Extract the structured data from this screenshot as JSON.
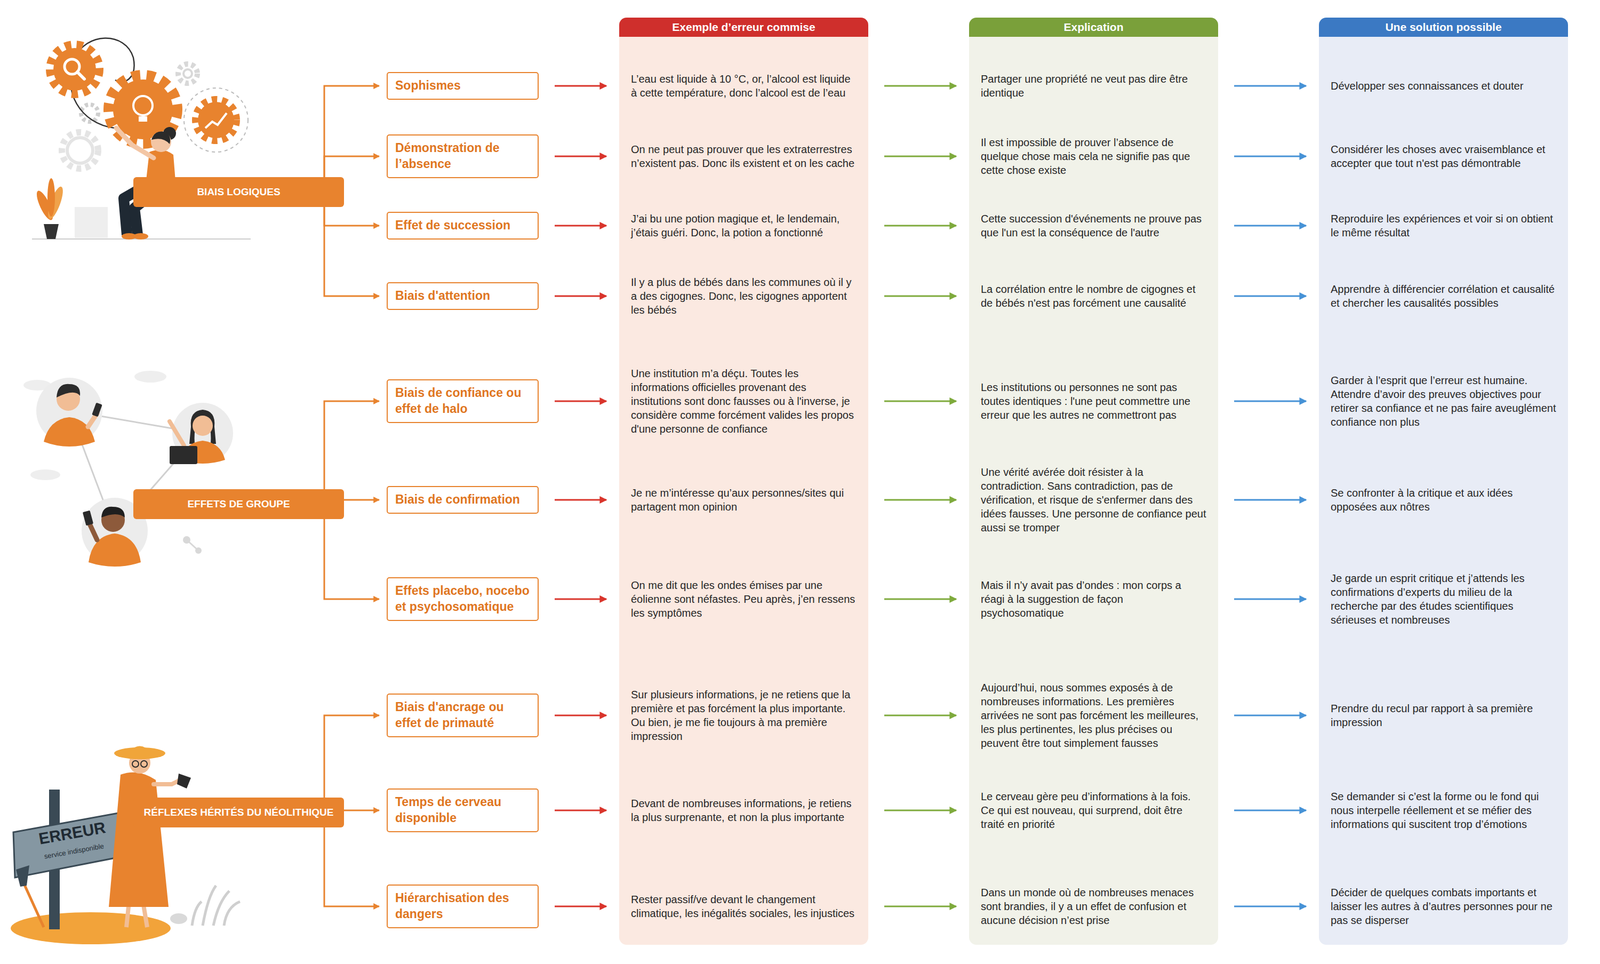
{
  "diagram": {
    "nodes": [
      {
        "text": [
          "Exemple d’erreur commise"
        ]
      },
      {
        "text": [
          "Explication"
        ]
      },
      {
        "text": [
          "Une solution possible"
        ]
      },
      {
        "text": [
          "BIAIS LOGIQUES"
        ]
      },
      {
        "text": [
          "Sophismes"
        ]
      },
      {
        "text": [
          "Démonstration de l’absence"
        ]
      },
      {
        "text": [
          "Effet de succession"
        ]
      },
      {
        "text": [
          "Biais d'attention"
        ]
      },
      {
        "text": [
          "EFFETS DE GROUPE"
        ]
      },
      {
        "text": [
          "Biais de confiance ou effet de halo"
        ]
      },
      {
        "text": [
          "Biais de confirmation"
        ]
      },
      {
        "text": [
          "Effets placebo, nocebo et psychosomatique"
        ]
      },
      {
        "text": [
          "RÉFLEXES HÉRITÉS DU NÉOLITHIQUE"
        ]
      },
      {
        "text": [
          "Biais d'ancrage ou effet de primauté"
        ]
      },
      {
        "text": [
          "Temps de cerveau disponible"
        ]
      },
      {
        "text": [
          "Hiérarchisation des dangers"
        ]
      },
      {
        "text": [
          "L’eau est liquide à 10 °C, or, l’alcool est liquide à cette température, donc l’alcool est de l’eau"
        ],
        "in": 0
      },
      {
        "text": [
          "On ne peut pas prouver que les extraterrestres n’existent pas. Donc ils existent et on les cache"
        ],
        "in": 0
      },
      {
        "text": [
          "J’ai bu une potion magique et, le lendemain, j’étais guéri. Donc, la potion a fonctionné"
        ],
        "in": 0
      },
      {
        "text": [
          "Il y a plus de bébés dans les communes où il y a des cigognes. Donc, les cigognes apportent les bébés"
        ],
        "in": 0
      },
      {
        "text": [
          "Une institution m’a déçu. Toutes les informations officielles provenant des institutions sont donc fausses ou à l'inverse, je considère comme forcément valides les propos d'une personne de confiance"
        ],
        "in": 0
      },
      {
        "text": [
          "Je ne m’intéresse qu’aux personnes/sites qui partagent mon opinion"
        ],
        "in": 0
      },
      {
        "text": [
          "On me dit que les ondes émises par une éolienne sont néfastes. Peu après, j’en ressens les symptômes"
        ],
        "in": 0
      },
      {
        "text": [
          "Sur plusieurs informations, je ne retiens que la première et pas forcément la plus importante. Ou bien, je me fie toujours à ma première impression"
        ],
        "in": 0
      },
      {
        "text": [
          "Devant de nombreuses informations, je retiens la plus surprenante, et non la plus importante"
        ],
        "in": 0
      },
      {
        "text": [
          "Rester passif/ve devant le changement climatique, les inégalités sociales, les injustices"
        ],
        "in": 0
      },
      {
        "text": [
          "Partager une propriété ne veut pas dire être identique"
        ],
        "in": 1
      },
      {
        "text": [
          "Il est impossible de prouver l’absence de quelque chose mais cela ne signifie pas que cette chose existe"
        ],
        "in": 1
      },
      {
        "text": [
          "Cette succession d'événements ne prouve pas que l'un est la conséquence de l'autre"
        ],
        "in": 1
      },
      {
        "text": [
          "La corrélation entre le nombre de cigognes et de bébés n'est pas forcément une causalité"
        ],
        "in": 1
      },
      {
        "text": [
          "Les institutions ou personnes ne sont pas toutes identiques : l'une peut commettre une erreur que les autres ne commettront pas"
        ],
        "in": 1
      },
      {
        "text": [
          "Une vérité avérée doit résister à la contradiction. Sans contradiction, pas de vérification, et risque de s'enfermer dans des idées fausses. Une personne de confiance peut aussi se tromper"
        ],
        "in": 1
      },
      {
        "text": [
          "Mais il n’y avait pas d’ondes : mon corps a réagi à la suggestion de façon psychosomatique"
        ],
        "in": 1
      },
      {
        "text": [
          "Aujourd’hui, nous sommes exposés à de nombreuses informations. Les premières arrivées ne sont pas forcément les meilleures, les plus pertinentes, les plus précises ou peuvent être tout simplement fausses"
        ],
        "in": 1
      },
      {
        "text": [
          "Le cerveau gère peu d’informations à la fois. Ce qui est nouveau, qui surprend, doit être traité en priorité"
        ],
        "in": 1
      },
      {
        "text": [
          "Dans un monde où de nombreuses menaces sont brandies, il y a un effet de confusion et aucune décision n’est prise"
        ],
        "in": 1
      },
      {
        "text": [
          "Développer ses connaissances et douter"
        ],
        "in": 2
      },
      {
        "text": [
          "Considérer les choses avec vraisemblance et accepter que tout n'est pas démontrable"
        ],
        "in": 2
      },
      {
        "text": [
          "Reproduire les expériences et voir si on obtient le même résultat"
        ],
        "in": 2
      },
      {
        "text": [
          "Apprendre à différencier corrélation et causalité et chercher les causalités possibles"
        ],
        "in": 2
      },
      {
        "text": [
          "Garder à l’esprit que l’erreur est humaine. Attendre d’avoir des preuves objectives pour retirer sa confiance et ne pas faire aveuglément confiance non plus"
        ],
        "in": 2
      },
      {
        "text": [
          "Se confronter à la critique et aux idées opposées aux nôtres"
        ],
        "in": 2
      },
      {
        "text": [
          "Je garde un esprit critique et j’attends les confirmations d’experts du milieu de la recherche par des études scientifiques sérieuses et nombreuses"
        ],
        "in": 2
      },
      {
        "text": [
          "Prendre du recul par rapport à sa première impression"
        ],
        "in": 2
      },
      {
        "text": [
          "Se demander si c’est la forme ou le fond qui nous interpelle réellement et se méfier des informations qui suscitent trop d’émotions"
        ],
        "in": 2
      },
      {
        "text": [
          "Décider de quelques combats importants et laisser les autres à d’autres personnes pour ne pas se disperser"
        ],
        "in": 2
      }
    ],
    "edges": [
      {
        "from": 3,
        "to": 4,
        "arrow": "to"
      },
      {
        "from": 3,
        "to": 5,
        "arrow": "to"
      },
      {
        "from": 3,
        "to": 6,
        "arrow": "to"
      },
      {
        "from": 3,
        "to": 7,
        "arrow": "to"
      },
      {
        "from": 8,
        "to": 9,
        "arrow": "to"
      },
      {
        "from": 8,
        "to": 10,
        "arrow": "to"
      },
      {
        "from": 8,
        "to": 11,
        "arrow": "to"
      },
      {
        "from": 12,
        "to": 13,
        "arrow": "to"
      },
      {
        "from": 12,
        "to": 14,
        "arrow": "to"
      },
      {
        "from": 12,
        "to": 15,
        "arrow": "to"
      },
      {
        "from": 4,
        "to": 16,
        "arrow": "to"
      },
      {
        "from": 5,
        "to": 17,
        "arrow": "to"
      },
      {
        "from": 6,
        "to": 18,
        "arrow": "to"
      },
      {
        "from": 7,
        "to": 19,
        "arrow": "to"
      },
      {
        "from": 9,
        "to": 20,
        "arrow": "to"
      },
      {
        "from": 10,
        "to": 21,
        "arrow": "to"
      },
      {
        "from": 11,
        "to": 22,
        "arrow": "to"
      },
      {
        "from": 13,
        "to": 23,
        "arrow": "to"
      },
      {
        "from": 14,
        "to": 24,
        "arrow": "to"
      },
      {
        "from": 15,
        "to": 25,
        "arrow": "to"
      },
      {
        "from": 16,
        "to": 26,
        "arrow": "to"
      },
      {
        "from": 17,
        "to": 27,
        "arrow": "to"
      },
      {
        "from": 18,
        "to": 28,
        "arrow": "to"
      },
      {
        "from": 19,
        "to": 29,
        "arrow": "to"
      },
      {
        "from": 20,
        "to": 30,
        "arrow": "to"
      },
      {
        "from": 21,
        "to": 31,
        "arrow": "to"
      },
      {
        "from": 22,
        "to": 32,
        "arrow": "to"
      },
      {
        "from": 23,
        "to": 33,
        "arrow": "to"
      },
      {
        "from": 24,
        "to": 34,
        "arrow": "to"
      },
      {
        "from": 25,
        "to": 35,
        "arrow": "to"
      },
      {
        "from": 26,
        "to": 36,
        "arrow": "to"
      },
      {
        "from": 27,
        "to": 37,
        "arrow": "to"
      },
      {
        "from": 28,
        "to": 38,
        "arrow": "to"
      },
      {
        "from": 29,
        "to": 39,
        "arrow": "to"
      },
      {
        "from": 30,
        "to": 40,
        "arrow": "to"
      },
      {
        "from": 31,
        "to": 41,
        "arrow": "to"
      },
      {
        "from": 32,
        "to": 42,
        "arrow": "to"
      },
      {
        "from": 33,
        "to": 43,
        "arrow": "to"
      },
      {
        "from": 34,
        "to": 44,
        "arrow": "to"
      },
      {
        "from": 35,
        "to": 45,
        "arrow": "to"
      }
    ],
    "labels": [
      "ERREUR",
      "service indisponible"
    ]
  }
}
